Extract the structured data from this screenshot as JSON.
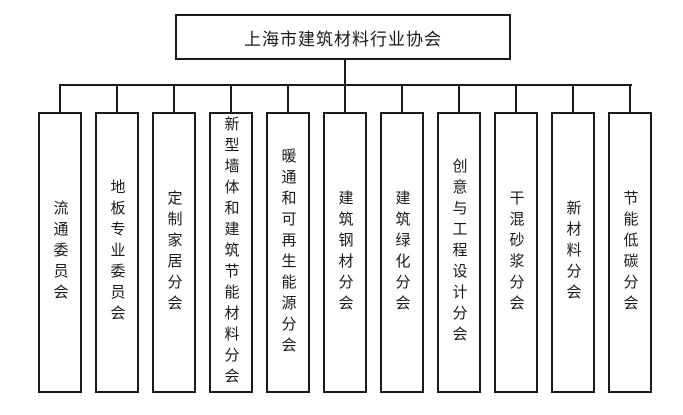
{
  "org": {
    "root": {
      "label": "上海市建筑材料行业协会"
    },
    "children": [
      {
        "label": "流通委员会"
      },
      {
        "label": "地板专业委员会"
      },
      {
        "label": "定制家居分会"
      },
      {
        "label": "新型墙体和建筑节能材料分会"
      },
      {
        "label": "暖通和可再生能源分会"
      },
      {
        "label": "建筑钢材分会"
      },
      {
        "label": "建筑绿化分会"
      },
      {
        "label": "创意与工程设计分会"
      },
      {
        "label": "干混砂浆分会"
      },
      {
        "label": "新材料分会"
      },
      {
        "label": "节能低碳分会"
      }
    ],
    "colors": {
      "line": "#1a1a1a",
      "background": "#ffffff"
    }
  }
}
